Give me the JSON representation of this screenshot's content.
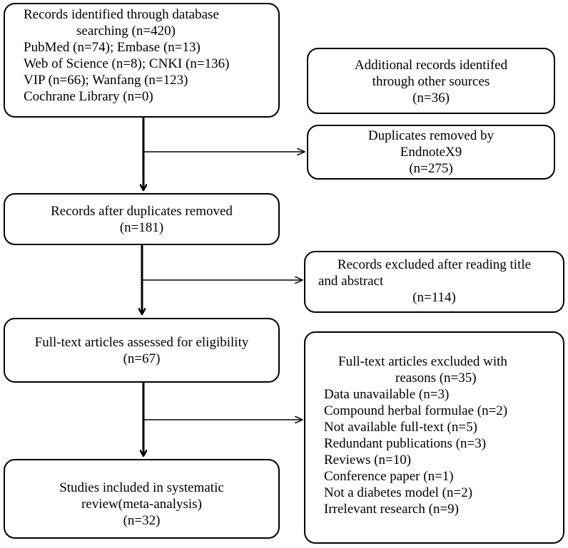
{
  "boxes": {
    "identified": {
      "lines": [
        "Records identified through database",
        "searching (n=420)",
        "PubMed (n=74); Embase (n=13)",
        "Web of Science (n=8); CNKI (n=136)",
        "VIP (n=66); Wanfang (n=123)",
        "Cochrane Library (n=0)"
      ]
    },
    "additional": {
      "lines": [
        "Additional records identifed",
        "through other sources",
        "(n=36)"
      ]
    },
    "duplicates_removed": {
      "lines": [
        "Duplicates removed by",
        "EndnoteX9",
        "(n=275)"
      ]
    },
    "after_duplicates": {
      "lines": [
        "Records after duplicates removed",
        "(n=181)"
      ]
    },
    "excluded_title": {
      "lines": [
        "Records excluded after reading title",
        "and abstract",
        "(n=114)"
      ]
    },
    "fulltext_assessed": {
      "lines": [
        "Full-text articles assessed for eligibility",
        "(n=67)"
      ]
    },
    "fulltext_excluded": {
      "header": [
        "Full-text articles excluded with",
        "reasons (n=35)"
      ],
      "reasons": [
        "Data unavailable (n=3)",
        "Compound herbal formulae (n=2)",
        "Not available full-text (n=5)",
        "Redundant publications (n=3)",
        "Reviews (n=10)",
        "Conference paper (n=1)",
        "Not a diabetes model (n=2)",
        "Irrelevant research (n=9)"
      ]
    },
    "included": {
      "lines": [
        "Studies included in systematic",
        "review(meta-analysis)",
        "(n=32)"
      ]
    }
  }
}
